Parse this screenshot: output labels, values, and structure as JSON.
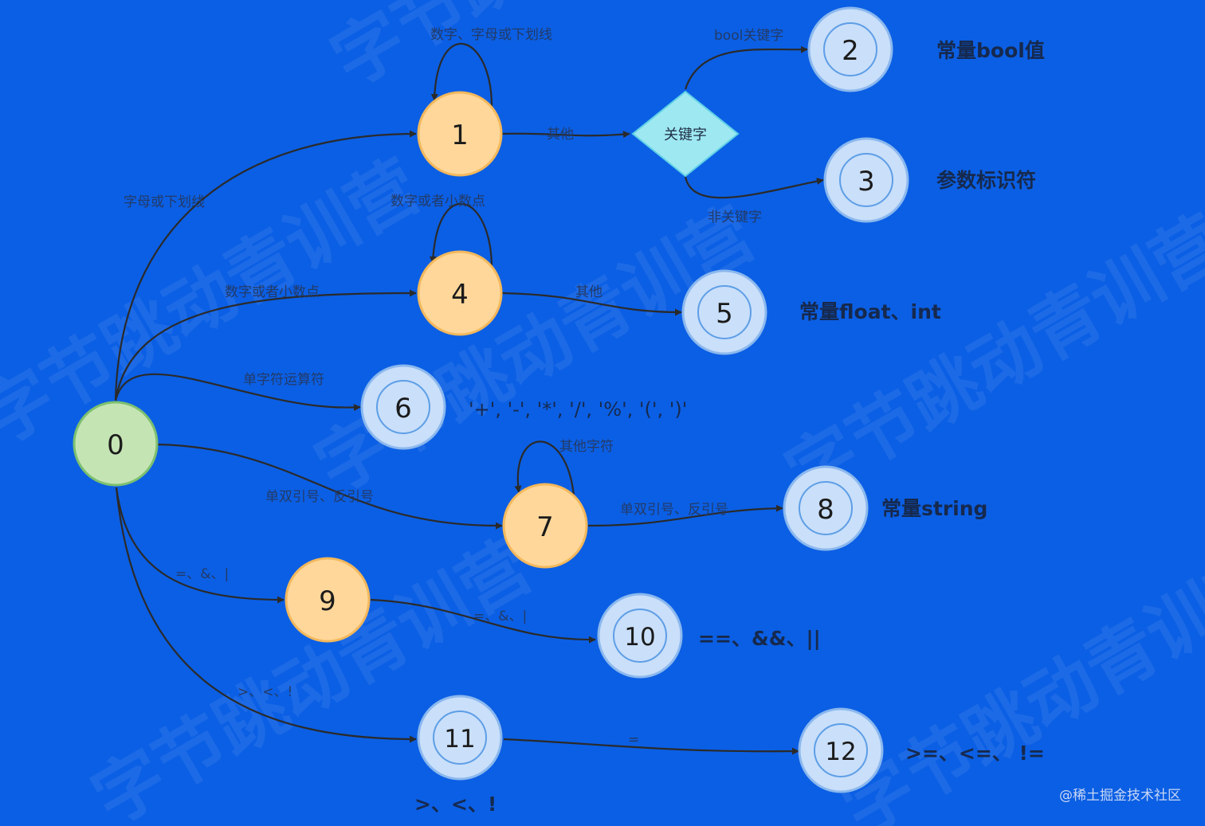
{
  "colors": {
    "background": "#0b5fe4",
    "state_start": "#c5e4b4",
    "state_mid": "#ffd79a",
    "state_final": "#c9dffa",
    "decision": "#9ee8f2",
    "edge": "#2a2a2a"
  },
  "nodes": {
    "n0": "0",
    "n1": "1",
    "n2": "2",
    "n3": "3",
    "n4": "4",
    "n5": "5",
    "n6": "6",
    "n7": "7",
    "n8": "8",
    "n9": "9",
    "n10": "10",
    "n11": "11",
    "n12": "12",
    "decision": "关键字"
  },
  "edges": {
    "e0_1": "字母或下划线",
    "e1_self": "数字、字母或下划线",
    "e1_dec": "其他",
    "edec_2": "bool关键字",
    "edec_3": "非关键字",
    "e0_4": "数字或者小数点",
    "e4_self": "数字或者小数点",
    "e4_5": "其他",
    "e0_6": "单字符运算符",
    "e0_7": "单双引号、反引号",
    "e7_self": "其他字符",
    "e7_8": "单双引号、反引号",
    "e0_9": "=、&、|",
    "e9_10": "=、&、|",
    "e0_11": ">、<、!",
    "e11_12": "="
  },
  "results": {
    "r2": "常量bool值",
    "r3": "参数标识符",
    "r5": "常量float、int",
    "r6": "'+', '-', '*', '/', '%', '(', ')'",
    "r8": "常量string",
    "r10": "==、&&、||",
    "r12": ">=、<=、 !=",
    "r11": ">、<、!"
  },
  "watermark": "字节跳动青训营",
  "credit": "@稀土掘金技术社区"
}
